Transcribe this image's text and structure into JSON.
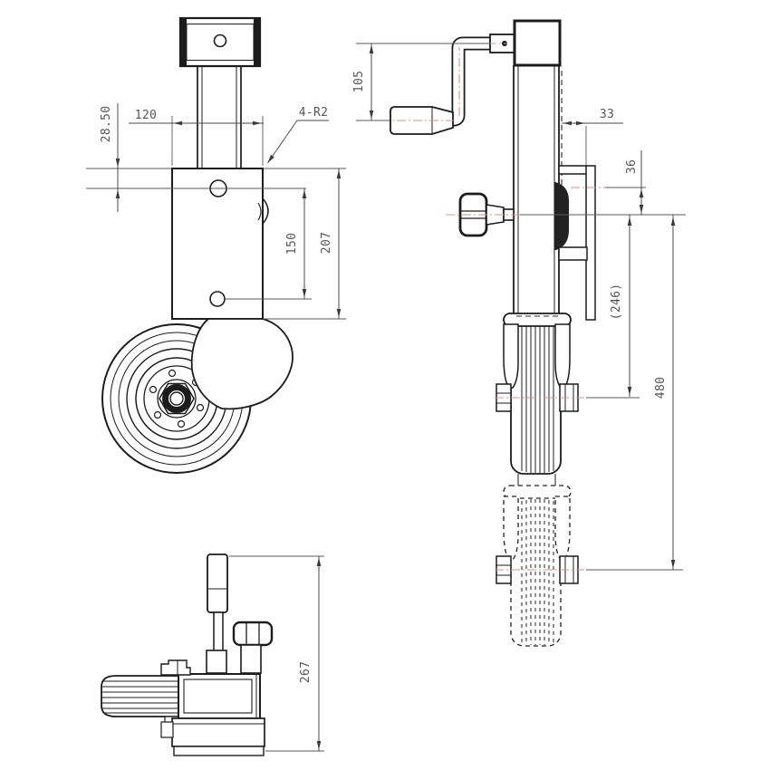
{
  "page": {
    "background": "#ffffff"
  },
  "drawing": {
    "type": "technical-drawing",
    "subject": "trailer jockey wheel jack - three orthographic views",
    "colors": {
      "line": "#1c1c1c",
      "dimension_line": "#4a4a4a",
      "dimension_text": "#565656",
      "centerline": "#de8f8f"
    },
    "front_view": {
      "dimensions": {
        "plate_to_hole": "28.50",
        "housing_width": "120",
        "corner_radius": "4-R2",
        "hole_spacing": "150",
        "housing_height": "207"
      }
    },
    "side_view": {
      "dimensions": {
        "crank_throw": "105",
        "bracket_offset": "33",
        "hole_to_center": "36",
        "center_to_axle": "(246)",
        "center_to_axle_extended": "480"
      }
    },
    "top_view": {
      "dimensions": {
        "overall_height_folded": "267"
      }
    }
  }
}
